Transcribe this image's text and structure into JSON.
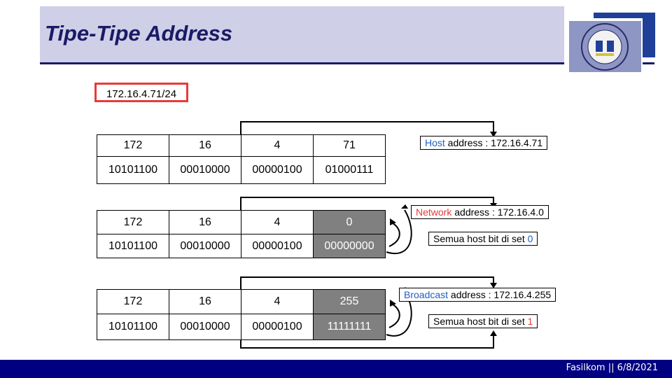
{
  "title": "Tipe-Tipe Address",
  "cidr": "172.16.4.71/24",
  "groups": [
    {
      "decimal": [
        "172",
        "16",
        "4",
        "71"
      ],
      "binary": [
        "10101100",
        "00010000",
        "00000100",
        "01000111"
      ]
    },
    {
      "decimal": [
        "172",
        "16",
        "4",
        "0"
      ],
      "binary": [
        "10101100",
        "00010000",
        "00000100",
        "00000000"
      ]
    },
    {
      "decimal": [
        "172",
        "16",
        "4",
        "255"
      ],
      "binary": [
        "10101100",
        "00010000",
        "00000100",
        "11111111"
      ]
    }
  ],
  "notes": {
    "host": {
      "keyword": "Host",
      "rest": " address : 172.16.4.71"
    },
    "network": {
      "keyword": "Network",
      "rest": " address : 172.16.4.0"
    },
    "network_sub": {
      "text": "Semua host bit di set ",
      "value": "0"
    },
    "broadcast": {
      "keyword": "Broadcast",
      "rest": " address : 172.16.4.255"
    },
    "broadcast_sub": {
      "text": "Semua host bit di set ",
      "value": "1"
    }
  },
  "footer": "Fasilkom || 6/8/2021",
  "colors": {
    "accent_navy": "#1a1a66",
    "highlight_red": "#e83a3a",
    "keyword_blue": "#1f5fbf",
    "host_cell_grey": "#808080"
  }
}
